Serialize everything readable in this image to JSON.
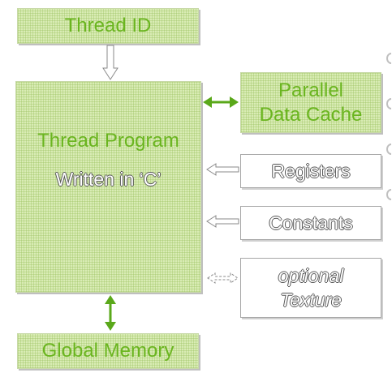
{
  "thread_id": {
    "label": "Thread ID"
  },
  "thread_program": {
    "line1": "Thread Program",
    "line2": "Written in ‘C’"
  },
  "parallel_data_cache": {
    "line1": "Parallel",
    "line2": "Data Cache"
  },
  "registers": {
    "label": "Registers"
  },
  "constants": {
    "label": "Constants"
  },
  "texture": {
    "line1": "optional",
    "line2": "Texture"
  },
  "global_memory": {
    "label": "Global Memory"
  },
  "colors": {
    "green_text": "#6ab51f",
    "box_fill": "#d9ecb5",
    "arrow_green": "#5aa81a"
  }
}
